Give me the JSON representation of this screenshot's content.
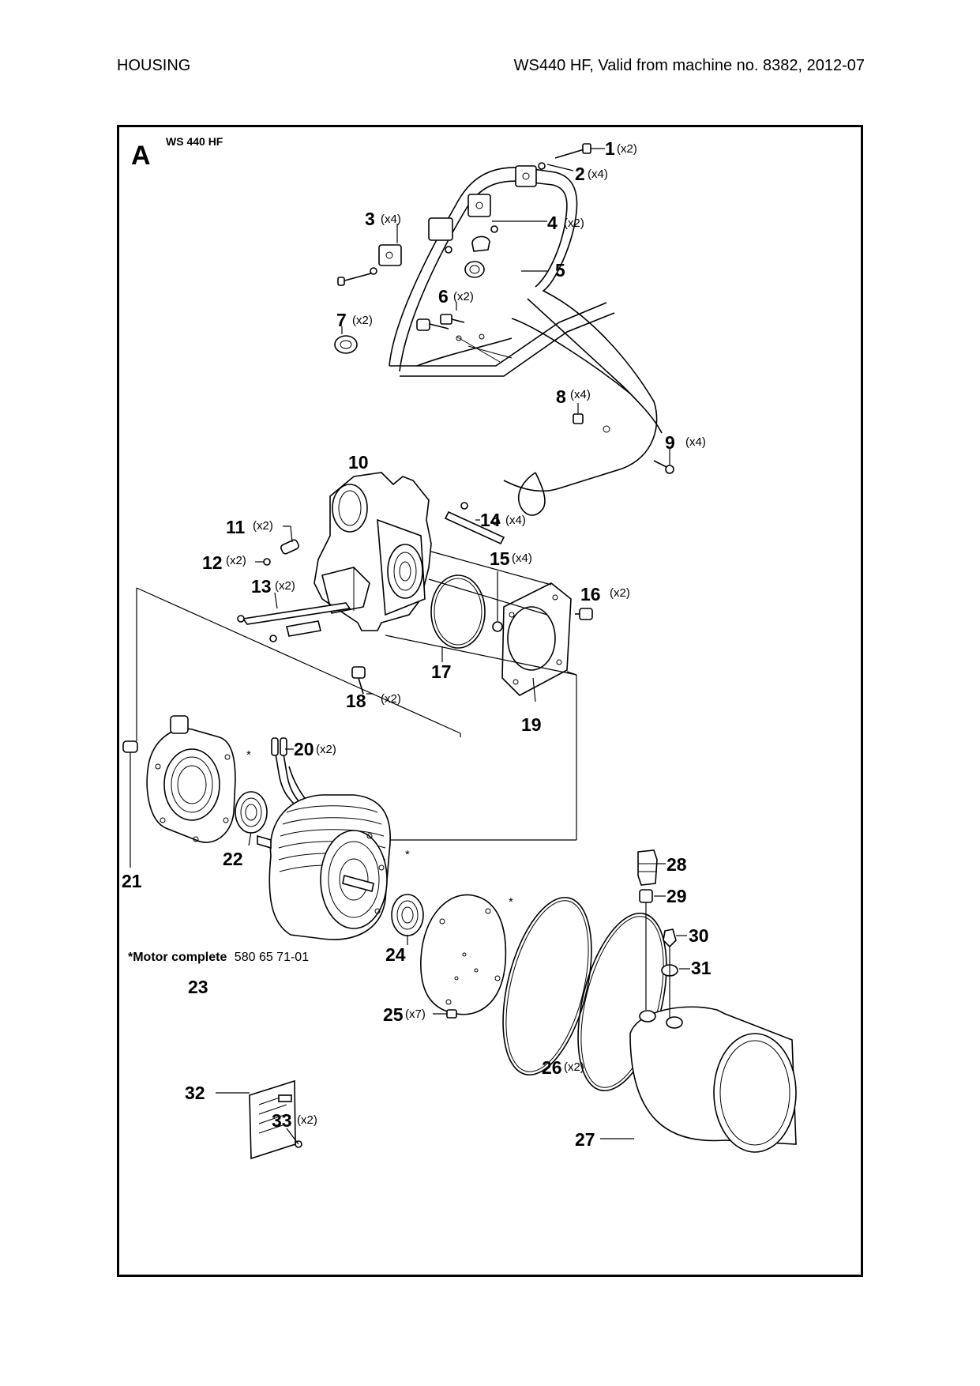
{
  "header": {
    "title": "HOUSING",
    "model_info": "WS440 HF, Valid from machine no. 8382, 2012-07"
  },
  "diagram": {
    "section_letter": "A",
    "model_label": "WS 440 HF",
    "note": {
      "prefix": "*Motor complete",
      "part_no": "580 65 71-01"
    },
    "callouts": [
      {
        "num": "1",
        "qty": "(x2)"
      },
      {
        "num": "2",
        "qty": "(x4)"
      },
      {
        "num": "3",
        "qty": "(x4)"
      },
      {
        "num": "4",
        "qty": "(x2)"
      },
      {
        "num": "5",
        "qty": ""
      },
      {
        "num": "6",
        "qty": "(x2)"
      },
      {
        "num": "7",
        "qty": "(x2)"
      },
      {
        "num": "8",
        "qty": "(x4)"
      },
      {
        "num": "9",
        "qty": "(x4)"
      },
      {
        "num": "10",
        "qty": ""
      },
      {
        "num": "11",
        "qty": "(x2)"
      },
      {
        "num": "12",
        "qty": "(x2)"
      },
      {
        "num": "13",
        "qty": "(x2)"
      },
      {
        "num": "14",
        "qty": "(x4)"
      },
      {
        "num": "15",
        "qty": "(x4)"
      },
      {
        "num": "16",
        "qty": "(x2)"
      },
      {
        "num": "17",
        "qty": ""
      },
      {
        "num": "18",
        "qty": "(x2)"
      },
      {
        "num": "19",
        "qty": ""
      },
      {
        "num": "20",
        "qty": "(x2)"
      },
      {
        "num": "21",
        "qty": ""
      },
      {
        "num": "22",
        "qty": ""
      },
      {
        "num": "23",
        "qty": ""
      },
      {
        "num": "24",
        "qty": ""
      },
      {
        "num": "25",
        "qty": "(x7)"
      },
      {
        "num": "26",
        "qty": "(x2)"
      },
      {
        "num": "27",
        "qty": ""
      },
      {
        "num": "28",
        "qty": ""
      },
      {
        "num": "29",
        "qty": ""
      },
      {
        "num": "30",
        "qty": ""
      },
      {
        "num": "31",
        "qty": ""
      },
      {
        "num": "32",
        "qty": ""
      },
      {
        "num": "33",
        "qty": "(x2)"
      }
    ]
  }
}
